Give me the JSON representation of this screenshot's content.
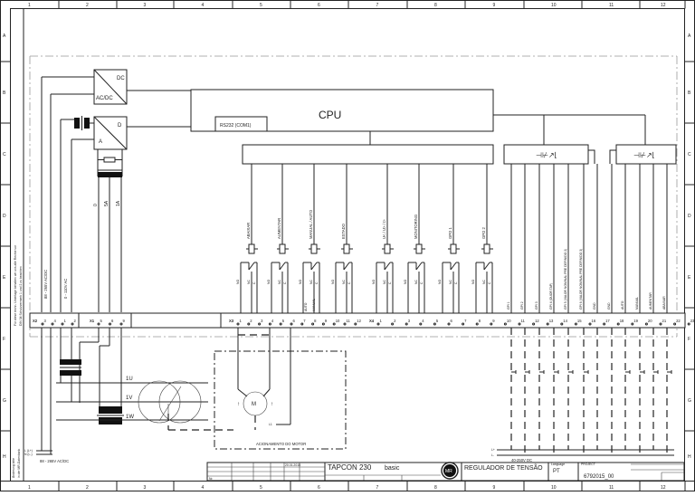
{
  "frame": {
    "columns": [
      "1",
      "2",
      "3",
      "4",
      "5",
      "6",
      "7",
      "8",
      "9",
      "10",
      "11",
      "12"
    ],
    "rows": [
      "A",
      "B",
      "C",
      "D",
      "E",
      "F",
      "G",
      "H"
    ],
    "side_note_1": "Für diese techn. Unterlage behalten wir uns alle Rechte vor",
    "side_note_2": "DIN 34 Schutzvermerk 1 und 2 zu beachten",
    "side_note_bottom_1": "Änderung bitte",
    "side_note_bottom_2": "in der MR-Datenbank"
  },
  "power_supply": {
    "dcdc_label_top": "DC",
    "dcdc_label_bottom": "AC/DC",
    "ad_label_top": "D",
    "ad_label_bottom": "A",
    "input_label_1": "88 - 265V AC/DC",
    "input_label_2": "0 - 110V AC",
    "ct_labels": [
      "0",
      "5A",
      "1A"
    ]
  },
  "cpu": {
    "label": "CPU",
    "port_label": "RS232 (COM1)"
  },
  "relays": [
    {
      "label": "ABAIXAR"
    },
    {
      "label": "AUMENTAR"
    },
    {
      "label": "MANUAL / AUTO"
    },
    {
      "label": "ESTADO"
    },
    {
      "label": "U< / U> / I>"
    },
    {
      "label": "MONITORING"
    },
    {
      "label": "GPO 1"
    },
    {
      "label": "GPO 2"
    }
  ],
  "contact_labels": {
    "no": "NO",
    "nc": "NC",
    "c": "C",
    "auto": "AUTO",
    "manual": "MANUAL"
  },
  "optocoupler_symbol": "⊣⊬↗⌊",
  "inputs": [
    {
      "label": "GPI 1"
    },
    {
      "label": "GPI 2"
    },
    {
      "label": "GPI 3"
    },
    {
      "label": "GPI 4 (OUOR TAP)"
    },
    {
      "label": "GPI 5 (VALOR NOMINAL PRE DEFINIDO 2)"
    },
    {
      "label": "GPI 6 (VALOR NOMINAL PRE DEFINIDO 3)"
    },
    {
      "label": "GND"
    },
    {
      "label": "GND"
    },
    {
      "label": "AUTO"
    },
    {
      "label": "MANUAL"
    },
    {
      "label": "AUMENTAR"
    },
    {
      "label": "ABAIXAR"
    }
  ],
  "terminals": {
    "x2": {
      "name": "X2",
      "pins": [
        "3",
        "4",
        "1",
        "2"
      ]
    },
    "x1": {
      "name": "X1",
      "pins": [
        "5",
        "6",
        "9"
      ]
    },
    "x3": {
      "name": "X3",
      "pins": [
        "1",
        "2",
        "3",
        "4",
        "5",
        "6",
        "7",
        "8",
        "9",
        "10",
        "11",
        "12"
      ]
    },
    "x4": {
      "name": "X4",
      "pins": [
        "1",
        "2",
        "3",
        "4",
        "5",
        "6",
        "7",
        "8",
        "9",
        "10",
        "11",
        "12",
        "13",
        "14",
        "15",
        "16",
        "17",
        "18",
        "19",
        "20",
        "21",
        "22",
        "23",
        "24"
      ]
    }
  },
  "transformer": {
    "phases": [
      "1U",
      "1V",
      "1W"
    ]
  },
  "motor": {
    "symbol": "M",
    "l1_label": "L1",
    "box_label": "ACIONAMENTO DO MOTOR"
  },
  "supply_bus": {
    "l_plus": "L+",
    "l_minus": "L-",
    "label": "40-250V DC",
    "left_l": "L (L+)",
    "left_n": "N (L-)",
    "left_label": "88 - 265V AC/DC"
  },
  "title_block": {
    "product": "TAPCON 230",
    "variant": "basic",
    "logo": "MR",
    "title": "REGULADOR DE TENSÃO",
    "language_label": "Language",
    "language": "PT",
    "project_label": "PROJECT",
    "project": "6792015_00",
    "date": "20.01.2015",
    "rev_row_label": "Nr."
  }
}
